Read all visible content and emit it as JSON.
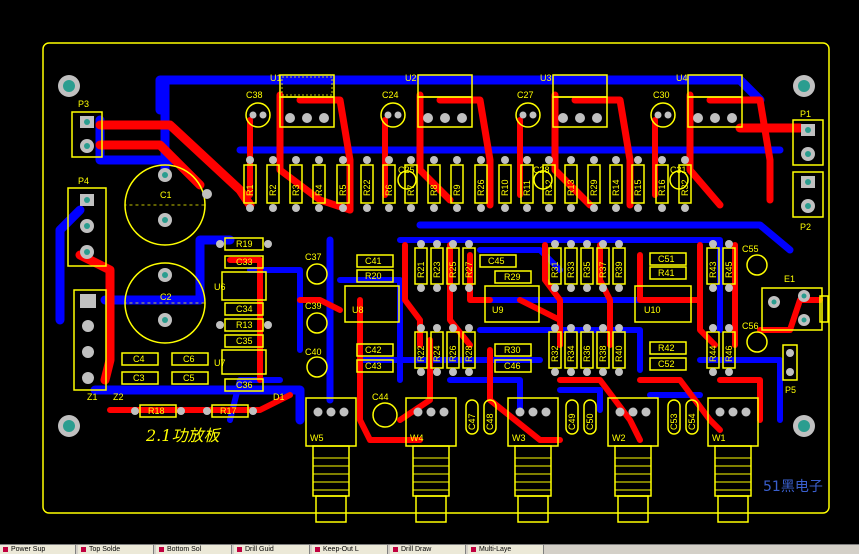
{
  "board": {
    "title": "2.1功放板",
    "colors": {
      "background": "#000000",
      "outline": "#ffff00",
      "top_copper": "#ff0000",
      "bottom_copper": "#0000ff",
      "pad": "#c0c0c0",
      "mount_hole": "#2a9d8f"
    }
  },
  "connectors": {
    "p1": "P1",
    "p2": "P2",
    "p3": "P3",
    "p4": "P4",
    "p5": "P5",
    "e1": "E1"
  },
  "regulators": [
    "U1",
    "U2",
    "U3",
    "U4"
  ],
  "chips": [
    "U8",
    "U9",
    "U10"
  ],
  "potentiometers": [
    "W5",
    "W4",
    "W3",
    "W2",
    "W1"
  ],
  "zeners": [
    "Z1",
    "Z2",
    "D1"
  ],
  "big_caps": [
    "C1",
    "C2"
  ],
  "labels": {
    "c38": "C38",
    "c24": "C24",
    "c27": "C27",
    "c30": "C30",
    "c25": "C25",
    "c28": "C28",
    "c31": "C31",
    "c37": "C37",
    "c39": "C39",
    "c40": "C40",
    "c44": "C44",
    "c55": "C55",
    "c56": "C56",
    "c33": "C33",
    "c34": "C34",
    "c35": "C35",
    "c36": "C36",
    "c3": "C3",
    "c4": "C4",
    "c5": "C5",
    "c6": "C6",
    "c41": "C41",
    "c42": "C42",
    "c43": "C43",
    "c45": "C45",
    "c46": "C46",
    "c51": "C51",
    "c52": "C52",
    "c47": "C47",
    "c48": "C48",
    "c49": "C49",
    "c50": "C50",
    "c53": "C53",
    "c54": "C54",
    "r18": "R18",
    "r17": "R17",
    "r19": "R19",
    "r13": "R13",
    "r20": "R20",
    "r29": "R29",
    "r30": "R30",
    "r41": "R41",
    "r42": "R42",
    "u6": "U6",
    "u7": "U7"
  },
  "resistor_row_top": [
    "R1",
    "R2",
    "R3",
    "R4",
    "R5",
    "R22",
    "R6",
    "R7",
    "R8",
    "R9",
    "R26",
    "R10",
    "R11",
    "R12",
    "R13",
    "R29",
    "R14",
    "R15",
    "R16",
    "R32"
  ],
  "resistor_row_mid": [
    "R21",
    "R23",
    "R25",
    "R27",
    "R31",
    "R33",
    "R35",
    "R37",
    "R39",
    "R43",
    "R45"
  ],
  "resistor_row_low": [
    "R22",
    "R24",
    "R26",
    "R28",
    "R32",
    "R34",
    "R36",
    "R38",
    "R40",
    "R44",
    "R46"
  ],
  "watermark": "51黑电子",
  "tabs": [
    {
      "label": "Power Sup"
    },
    {
      "label": "Top Solde"
    },
    {
      "label": "Bottom Sol"
    },
    {
      "label": "Drill Guid"
    },
    {
      "label": "Keep-Out L"
    },
    {
      "label": "Drill Draw"
    },
    {
      "label": "Multi-Laye"
    }
  ]
}
